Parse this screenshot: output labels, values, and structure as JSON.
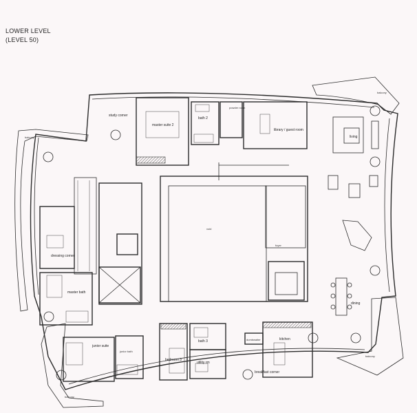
{
  "title": {
    "line1": "LOWER LEVEL",
    "line2": "(LEVEL 50)"
  },
  "rooms": {
    "study_corner": "study corner",
    "master_suite_2": "master suite 2",
    "bath_2": "bath 2",
    "powder_room": "powder room",
    "library_guest_room": "library / guest room",
    "living": "living",
    "dressing_corner": "dressing corner",
    "master_bath": "master bath",
    "dining": "dining",
    "bath_3": "bath 3",
    "kitchen": "kitchen",
    "dumbwaiter": "dumbwaiter",
    "junior_suite": "junior suite",
    "junior_bath": "junior bath",
    "bedroom_3": "bedroom 3",
    "utility_rm": "utility rm",
    "breakfast_corner": "breakfast corner",
    "balcony_ne": "balcony",
    "balcony_w": "balcony",
    "balcony_se": "balcony",
    "balcony_sw": "balcony",
    "void": "void",
    "foyer": "foyer"
  }
}
